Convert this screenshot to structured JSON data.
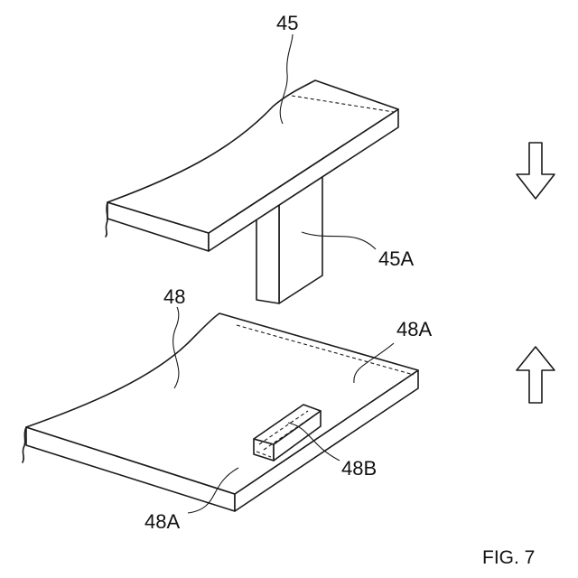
{
  "labels": {
    "part_45": "45",
    "part_45a": "45A",
    "part_48": "48",
    "part_48a_top": "48A",
    "part_48b": "48B",
    "part_48a_bottom": "48A"
  },
  "caption": "FIG. 7",
  "arrows": {
    "upper": "arrow-down",
    "lower": "arrow-up"
  },
  "colors": {
    "line": "#1a1a1a",
    "background": "#ffffff"
  }
}
